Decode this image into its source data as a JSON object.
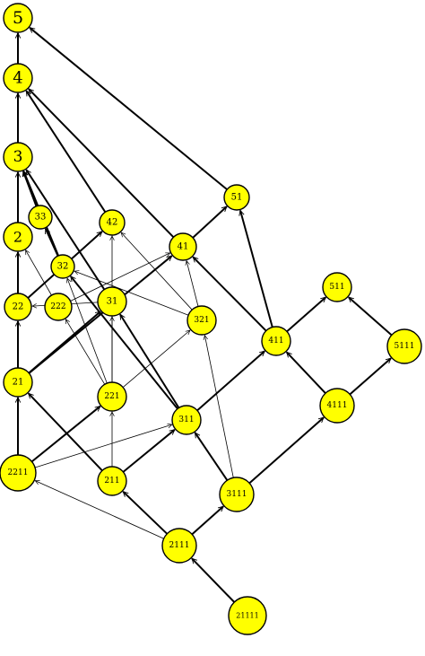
{
  "diagram": {
    "node_fill": "#ffff00",
    "node_stroke": "#000000",
    "edge_color": "#000000",
    "nodes": [
      {
        "id": "n5",
        "label": "5"
      },
      {
        "id": "n4",
        "label": "4"
      },
      {
        "id": "n3",
        "label": "3"
      },
      {
        "id": "n2",
        "label": "2"
      },
      {
        "id": "n33",
        "label": "33"
      },
      {
        "id": "n42",
        "label": "42"
      },
      {
        "id": "n51",
        "label": "51"
      },
      {
        "id": "n41",
        "label": "41"
      },
      {
        "id": "n32",
        "label": "32"
      },
      {
        "id": "n22",
        "label": "22"
      },
      {
        "id": "n222",
        "label": "222"
      },
      {
        "id": "n31",
        "label": "31"
      },
      {
        "id": "n511",
        "label": "511"
      },
      {
        "id": "n321",
        "label": "321"
      },
      {
        "id": "n411",
        "label": "411"
      },
      {
        "id": "n5111",
        "label": "5111"
      },
      {
        "id": "n21",
        "label": "21"
      },
      {
        "id": "n221",
        "label": "221"
      },
      {
        "id": "n4111",
        "label": "4111"
      },
      {
        "id": "n311",
        "label": "311"
      },
      {
        "id": "n2211",
        "label": "2211"
      },
      {
        "id": "n211",
        "label": "211"
      },
      {
        "id": "n3111",
        "label": "3111"
      },
      {
        "id": "n2111",
        "label": "2111"
      },
      {
        "id": "n21111",
        "label": "21111"
      }
    ],
    "edges": [
      {
        "from": "n4",
        "to": "n5",
        "weight": "thick"
      },
      {
        "from": "n51",
        "to": "n5",
        "weight": "thick"
      },
      {
        "from": "n3",
        "to": "n4",
        "weight": "thick"
      },
      {
        "from": "n42",
        "to": "n4",
        "weight": "thick"
      },
      {
        "from": "n41",
        "to": "n4",
        "weight": "thick"
      },
      {
        "from": "n2",
        "to": "n3",
        "weight": "thick"
      },
      {
        "from": "n33",
        "to": "n3",
        "weight": "thick"
      },
      {
        "from": "n32",
        "to": "n3",
        "weight": "thick"
      },
      {
        "from": "n31",
        "to": "n3",
        "weight": "thick"
      },
      {
        "from": "n22",
        "to": "n2",
        "weight": "thick"
      },
      {
        "from": "n222",
        "to": "n2",
        "weight": "thin"
      },
      {
        "from": "n32",
        "to": "n33",
        "weight": "thick"
      },
      {
        "from": "n22",
        "to": "n42",
        "weight": "thick"
      },
      {
        "from": "n221",
        "to": "n42",
        "weight": "thin"
      },
      {
        "from": "n321",
        "to": "n42",
        "weight": "thin"
      },
      {
        "from": "n41",
        "to": "n51",
        "weight": "thick"
      },
      {
        "from": "n411",
        "to": "n51",
        "weight": "thick"
      },
      {
        "from": "n21",
        "to": "n41",
        "weight": "thick"
      },
      {
        "from": "n222",
        "to": "n41",
        "weight": "thin"
      },
      {
        "from": "n321",
        "to": "n41",
        "weight": "thin"
      },
      {
        "from": "n411",
        "to": "n41",
        "weight": "thick"
      },
      {
        "from": "n221",
        "to": "n32",
        "weight": "thin"
      },
      {
        "from": "n311",
        "to": "n32",
        "weight": "thick"
      },
      {
        "from": "n321",
        "to": "n32",
        "weight": "thin"
      },
      {
        "from": "n21",
        "to": "n22",
        "weight": "thick"
      },
      {
        "from": "n31",
        "to": "n22",
        "weight": "thin"
      },
      {
        "from": "n221",
        "to": "n222",
        "weight": "thin"
      },
      {
        "from": "n21",
        "to": "n31",
        "weight": "thick"
      },
      {
        "from": "n221",
        "to": "n31",
        "weight": "thin"
      },
      {
        "from": "n311",
        "to": "n31",
        "weight": "thick"
      },
      {
        "from": "n411",
        "to": "n511",
        "weight": "thick"
      },
      {
        "from": "n5111",
        "to": "n511",
        "weight": "thick"
      },
      {
        "from": "n221",
        "to": "n321",
        "weight": "thin"
      },
      {
        "from": "n311",
        "to": "n411",
        "weight": "thick"
      },
      {
        "from": "n4111",
        "to": "n411",
        "weight": "thick"
      },
      {
        "from": "n4111",
        "to": "n5111",
        "weight": "thick"
      },
      {
        "from": "n2211",
        "to": "n21",
        "weight": "thick"
      },
      {
        "from": "n211",
        "to": "n21",
        "weight": "thick"
      },
      {
        "from": "n2211",
        "to": "n221",
        "weight": "thick"
      },
      {
        "from": "n211",
        "to": "n221",
        "weight": "thin"
      },
      {
        "from": "n3111",
        "to": "n4111",
        "weight": "thick"
      },
      {
        "from": "n211",
        "to": "n311",
        "weight": "thick"
      },
      {
        "from": "n2211",
        "to": "n311",
        "weight": "thin"
      },
      {
        "from": "n3111",
        "to": "n311",
        "weight": "thick"
      },
      {
        "from": "n3111",
        "to": "n321",
        "weight": "thin"
      },
      {
        "from": "n2111",
        "to": "n2211",
        "weight": "thin"
      },
      {
        "from": "n2111",
        "to": "n211",
        "weight": "thick"
      },
      {
        "from": "n2111",
        "to": "n3111",
        "weight": "thick"
      },
      {
        "from": "n21111",
        "to": "n2111",
        "weight": "thick"
      }
    ]
  }
}
